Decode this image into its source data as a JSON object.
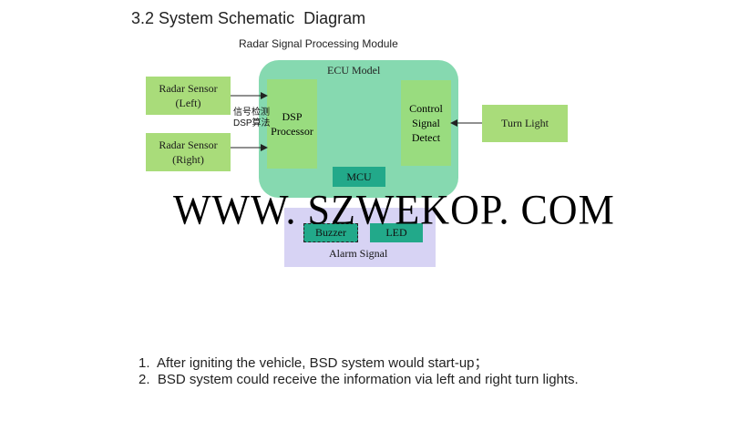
{
  "section_title": "3.2 System Schematic  Diagram",
  "diagram": {
    "module_title": "Radar Signal Processing Module",
    "ecu_label": "ECU Model",
    "radar_left": "Radar Sensor\n(Left)",
    "radar_right": "Radar Sensor\n(Right)",
    "signal_detect_cn": "信号检测",
    "dsp_algorithm_cn": "DSP算法",
    "dsp_processor": "DSP\nProcessor",
    "control_signal_detect": "Control\nSignal\nDetect",
    "turn_light": "Turn Light",
    "mcu": "MCU",
    "buzzer": "Buzzer",
    "led": "LED",
    "alarm_signal": "Alarm Signal"
  },
  "watermark": "WWW. SZWEKOP. COM",
  "notes": [
    "1.  After igniting the vehicle, BSD system would start-up；",
    "2.  BSD system could receive the information via left and right turn lights."
  ]
}
